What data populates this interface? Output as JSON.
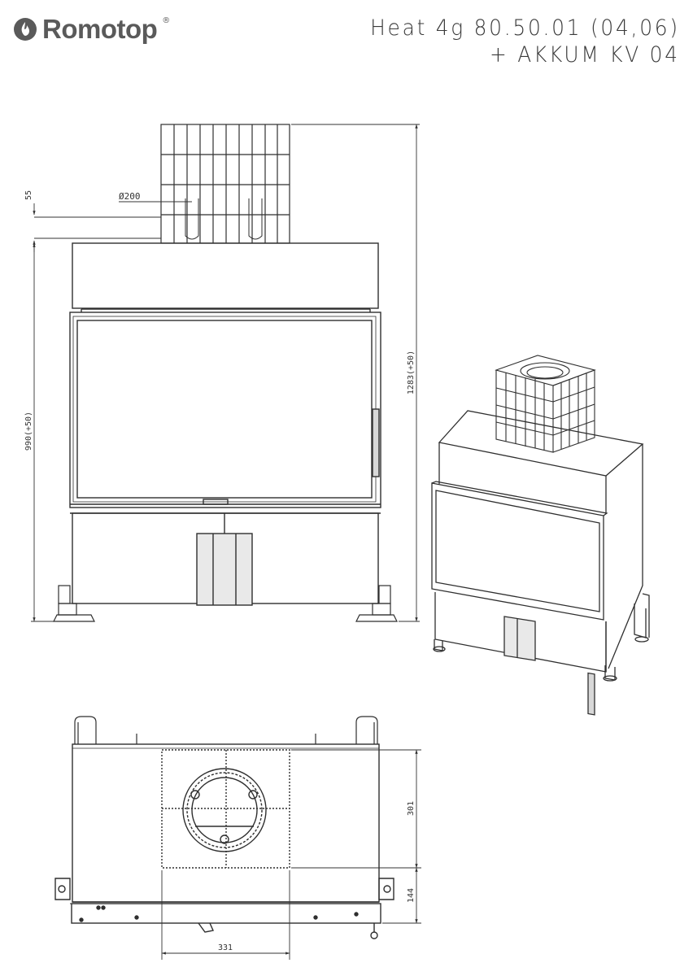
{
  "header": {
    "brand": "Romotop",
    "trademark": "®",
    "model_line1": "Heat 4g 80.50.01 (04,06)",
    "model_line2": "+ AKKUM KV 04"
  },
  "dimensions": {
    "d55": "55",
    "d200": "Ø200",
    "d990": "990(+50)",
    "d1283": "1283(+50)",
    "d301": "301",
    "d144": "144",
    "d331": "331"
  },
  "colors": {
    "line": "#2f2f2f",
    "light_line": "#8a8a8a",
    "logo": "#5a5a5a"
  }
}
